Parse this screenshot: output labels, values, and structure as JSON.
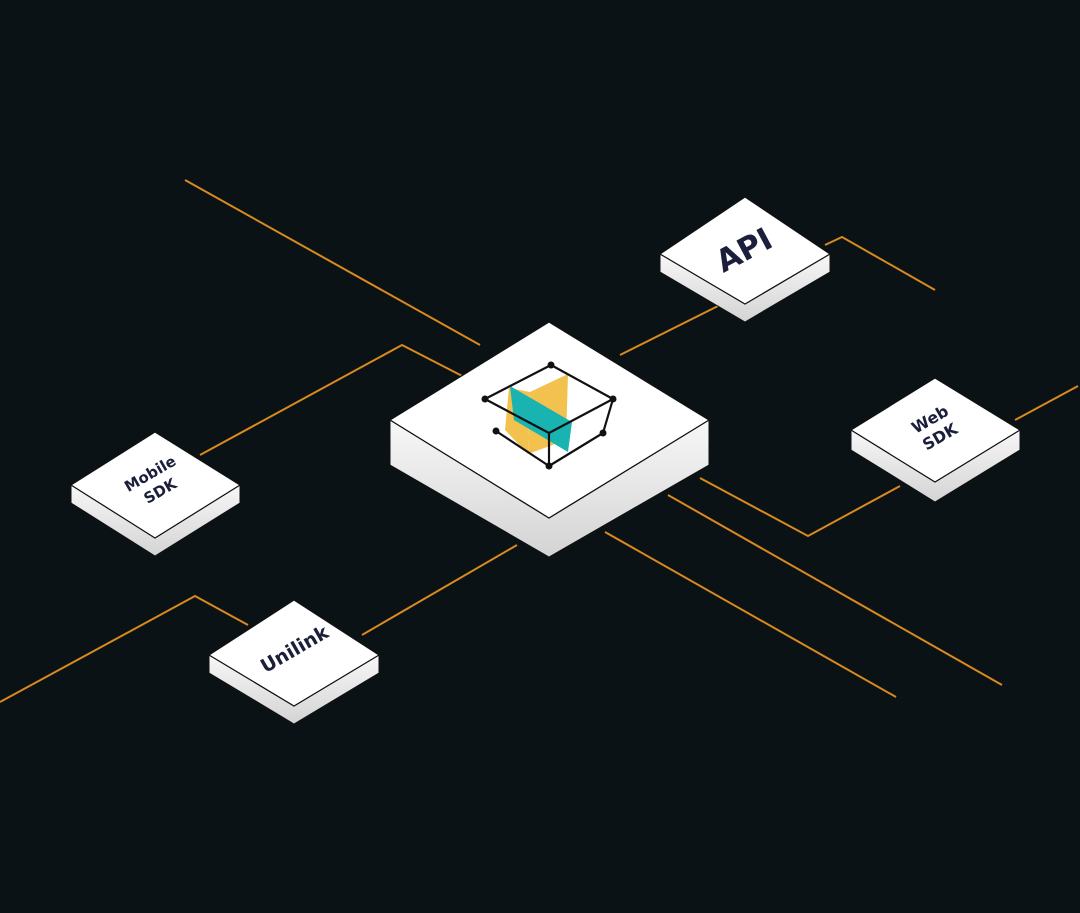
{
  "colors": {
    "background": "#0a1215",
    "connector": "#d98a1f",
    "tile_top": "#ffffff",
    "tile_side": "#e6e6e6",
    "tile_edge": "#111111",
    "label_text": "#1b1f3b",
    "logo_yellow": "#f2c14e",
    "logo_teal": "#19b3b1",
    "logo_line": "#111111"
  },
  "nodes": {
    "api": {
      "label": "API"
    },
    "web_sdk": {
      "label_line1": "Web",
      "label_line2": "SDK"
    },
    "mobile_sdk": {
      "label_line1": "Mobile",
      "label_line2": "SDK"
    },
    "unilink": {
      "label": "Unilink"
    },
    "hub": {
      "icon": "isometric-box-logo-icon"
    }
  }
}
